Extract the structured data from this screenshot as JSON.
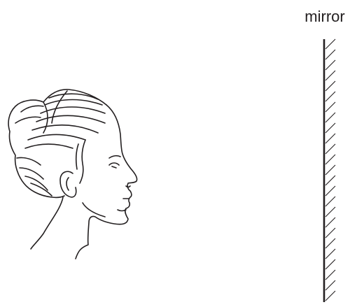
{
  "diagram": {
    "mirror_label": "mirror",
    "ink_color": "#231f20",
    "background_color": "#ffffff",
    "icons": [
      "woman-head-profile",
      "hatched-mirror"
    ]
  }
}
